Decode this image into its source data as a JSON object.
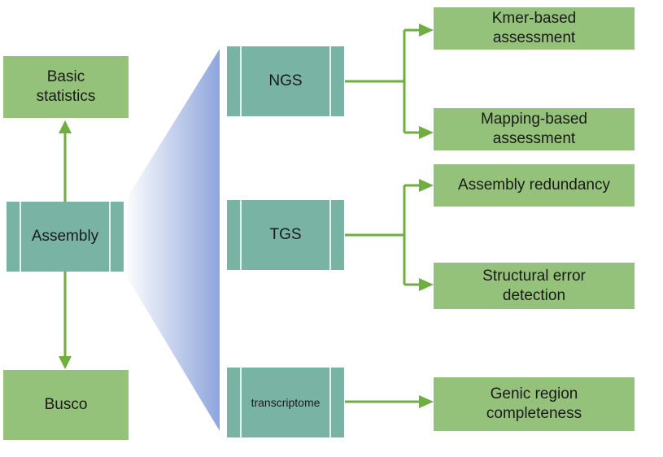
{
  "left": {
    "basic_statistics": "Basic\nstatistics",
    "assembly": "Assembly",
    "busco": "Busco"
  },
  "methods": {
    "ngs": "NGS",
    "tgs": "TGS",
    "transcriptome": "transcriptome"
  },
  "assessments": {
    "kmer": "Kmer-based\nassessment",
    "mapping": "Mapping-based\nassessment",
    "redundancy": "Assembly redundancy",
    "structural": "Structural error\ndetection",
    "genic": "Genic region\ncompleteness"
  },
  "colors": {
    "box_green": "#95c27a",
    "box_teal": "#79b3a4",
    "arrow_green": "#6fae3f",
    "fan_blue": "#8fa6dc"
  }
}
